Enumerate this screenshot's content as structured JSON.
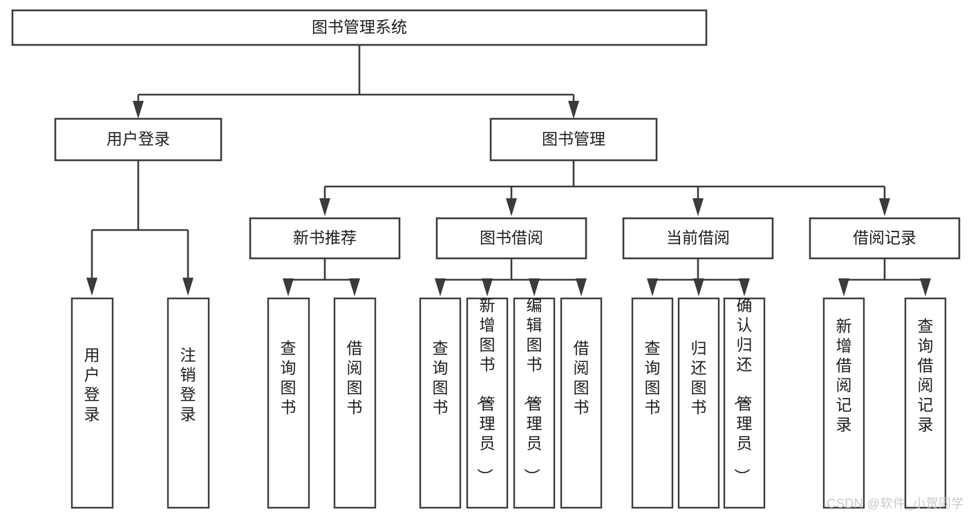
{
  "diagram": {
    "type": "tree-flowchart",
    "title": "图书管理系统",
    "watermark": "CSDN @软件_小贺同学",
    "colors": {
      "box_stroke": "#3b3b3b",
      "box_fill": "#ffffff",
      "text": "#1d1d1d",
      "background": "#ffffff",
      "watermark": "#c9c9c9"
    },
    "root": {
      "label": "图书管理系统",
      "orientation": "horizontal"
    },
    "level2": [
      {
        "label": "用户登录",
        "orientation": "horizontal"
      },
      {
        "label": "图书管理",
        "orientation": "horizontal"
      }
    ],
    "level3": [
      {
        "label": "新书推荐",
        "orientation": "horizontal",
        "parent": "图书管理"
      },
      {
        "label": "图书借阅",
        "orientation": "horizontal",
        "parent": "图书管理"
      },
      {
        "label": "当前借阅",
        "orientation": "horizontal",
        "parent": "图书管理"
      },
      {
        "label": "借阅记录",
        "orientation": "horizontal",
        "parent": "图书管理"
      }
    ],
    "leaves": {
      "用户登录": [
        {
          "label": "用户登录",
          "orientation": "vertical"
        },
        {
          "label": "注销登录",
          "orientation": "vertical"
        }
      ],
      "新书推荐": [
        {
          "label": "查询图书",
          "orientation": "vertical"
        },
        {
          "label": "借阅图书",
          "orientation": "vertical"
        }
      ],
      "图书借阅": [
        {
          "label": "查询图书",
          "orientation": "vertical"
        },
        {
          "label": "新增图书（管理员）",
          "orientation": "vertical"
        },
        {
          "label": "编辑图书（管理员）",
          "orientation": "vertical"
        },
        {
          "label": "借阅图书",
          "orientation": "vertical"
        }
      ],
      "当前借阅": [
        {
          "label": "查询图书",
          "orientation": "vertical"
        },
        {
          "label": "归还图书",
          "orientation": "vertical"
        },
        {
          "label": "确认归还（管理员）",
          "orientation": "vertical"
        }
      ],
      "借阅记录": [
        {
          "label": "新增借阅记录",
          "orientation": "vertical"
        },
        {
          "label": "查询借阅记录",
          "orientation": "vertical"
        }
      ]
    },
    "labels": {
      "root_title": "图书管理系统",
      "n_user_login": "用户登录",
      "n_book_manage": "图书管理",
      "n_new_book_rec": "新书推荐",
      "n_book_borrow": "图书借阅",
      "n_current_borrow": "当前借阅",
      "n_borrow_record": "借阅记录",
      "l_user_login": "用户登录",
      "l_logout": "注销登录",
      "l_query_book_a": "查询图书",
      "l_borrow_book_a": "借阅图书",
      "l_query_book_b": "查询图书",
      "l_add_book_admin": "新增图书（管理员）",
      "l_edit_book_admin": "编辑图书（管理员）",
      "l_borrow_book_b": "借阅图书",
      "l_query_book_c": "查询图书",
      "l_return_book": "归还图书",
      "l_confirm_return_admin": "确认归还（管理员）",
      "l_add_borrow_record": "新增借阅记录",
      "l_query_borrow_record": "查询借阅记录"
    }
  }
}
